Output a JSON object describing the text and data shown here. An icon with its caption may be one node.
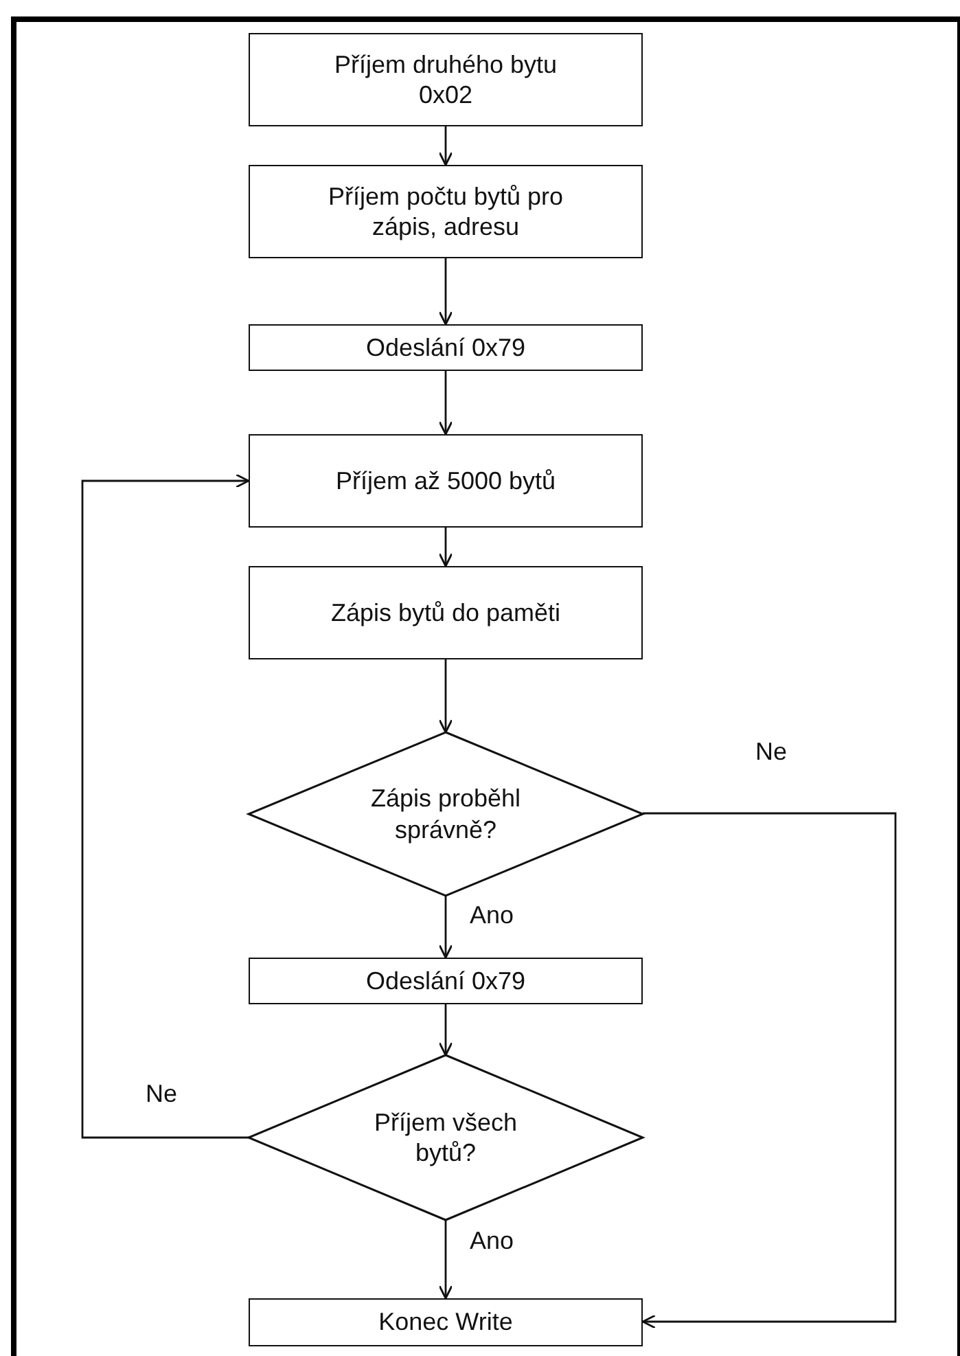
{
  "diagram": {
    "nodes": [
      {
        "text": [
          "Příjem druhého bytu 0x02"
        ]
      },
      {
        "text": [
          "Příjem počtu bytů pro zápis, adresu"
        ]
      },
      {
        "text": [
          "Odeslání 0x79"
        ]
      },
      {
        "text": [
          "Příjem až 5000 bytů"
        ]
      },
      {
        "text": [
          "Zápis bytů do paměti"
        ]
      },
      {
        "text": [
          "Zápis proběhl správně?"
        ]
      },
      {
        "text": [
          "Odeslání 0x79"
        ]
      },
      {
        "text": [
          "Příjem všech bytů?"
        ]
      },
      {
        "text": [
          "Konec Write"
        ]
      }
    ],
    "edges": [
      {
        "from": 0,
        "to": 1,
        "arrow": "to"
      },
      {
        "from": 1,
        "to": 2,
        "arrow": "to"
      },
      {
        "from": 2,
        "to": 3,
        "arrow": "to"
      },
      {
        "from": 3,
        "to": 4,
        "arrow": "to"
      },
      {
        "from": 4,
        "to": 5,
        "arrow": "to"
      },
      {
        "from": 5,
        "to": 6,
        "arrow": "to",
        "label": "Ano"
      },
      {
        "from": 6,
        "to": 7,
        "arrow": "to"
      },
      {
        "from": 7,
        "to": 3,
        "arrow": "to",
        "label": "Ne"
      },
      {
        "from": 5,
        "to": 8,
        "arrow": "to",
        "label": "Ne"
      },
      {
        "from": 7,
        "to": 8,
        "arrow": "to",
        "label": "Ano"
      }
    ]
  }
}
